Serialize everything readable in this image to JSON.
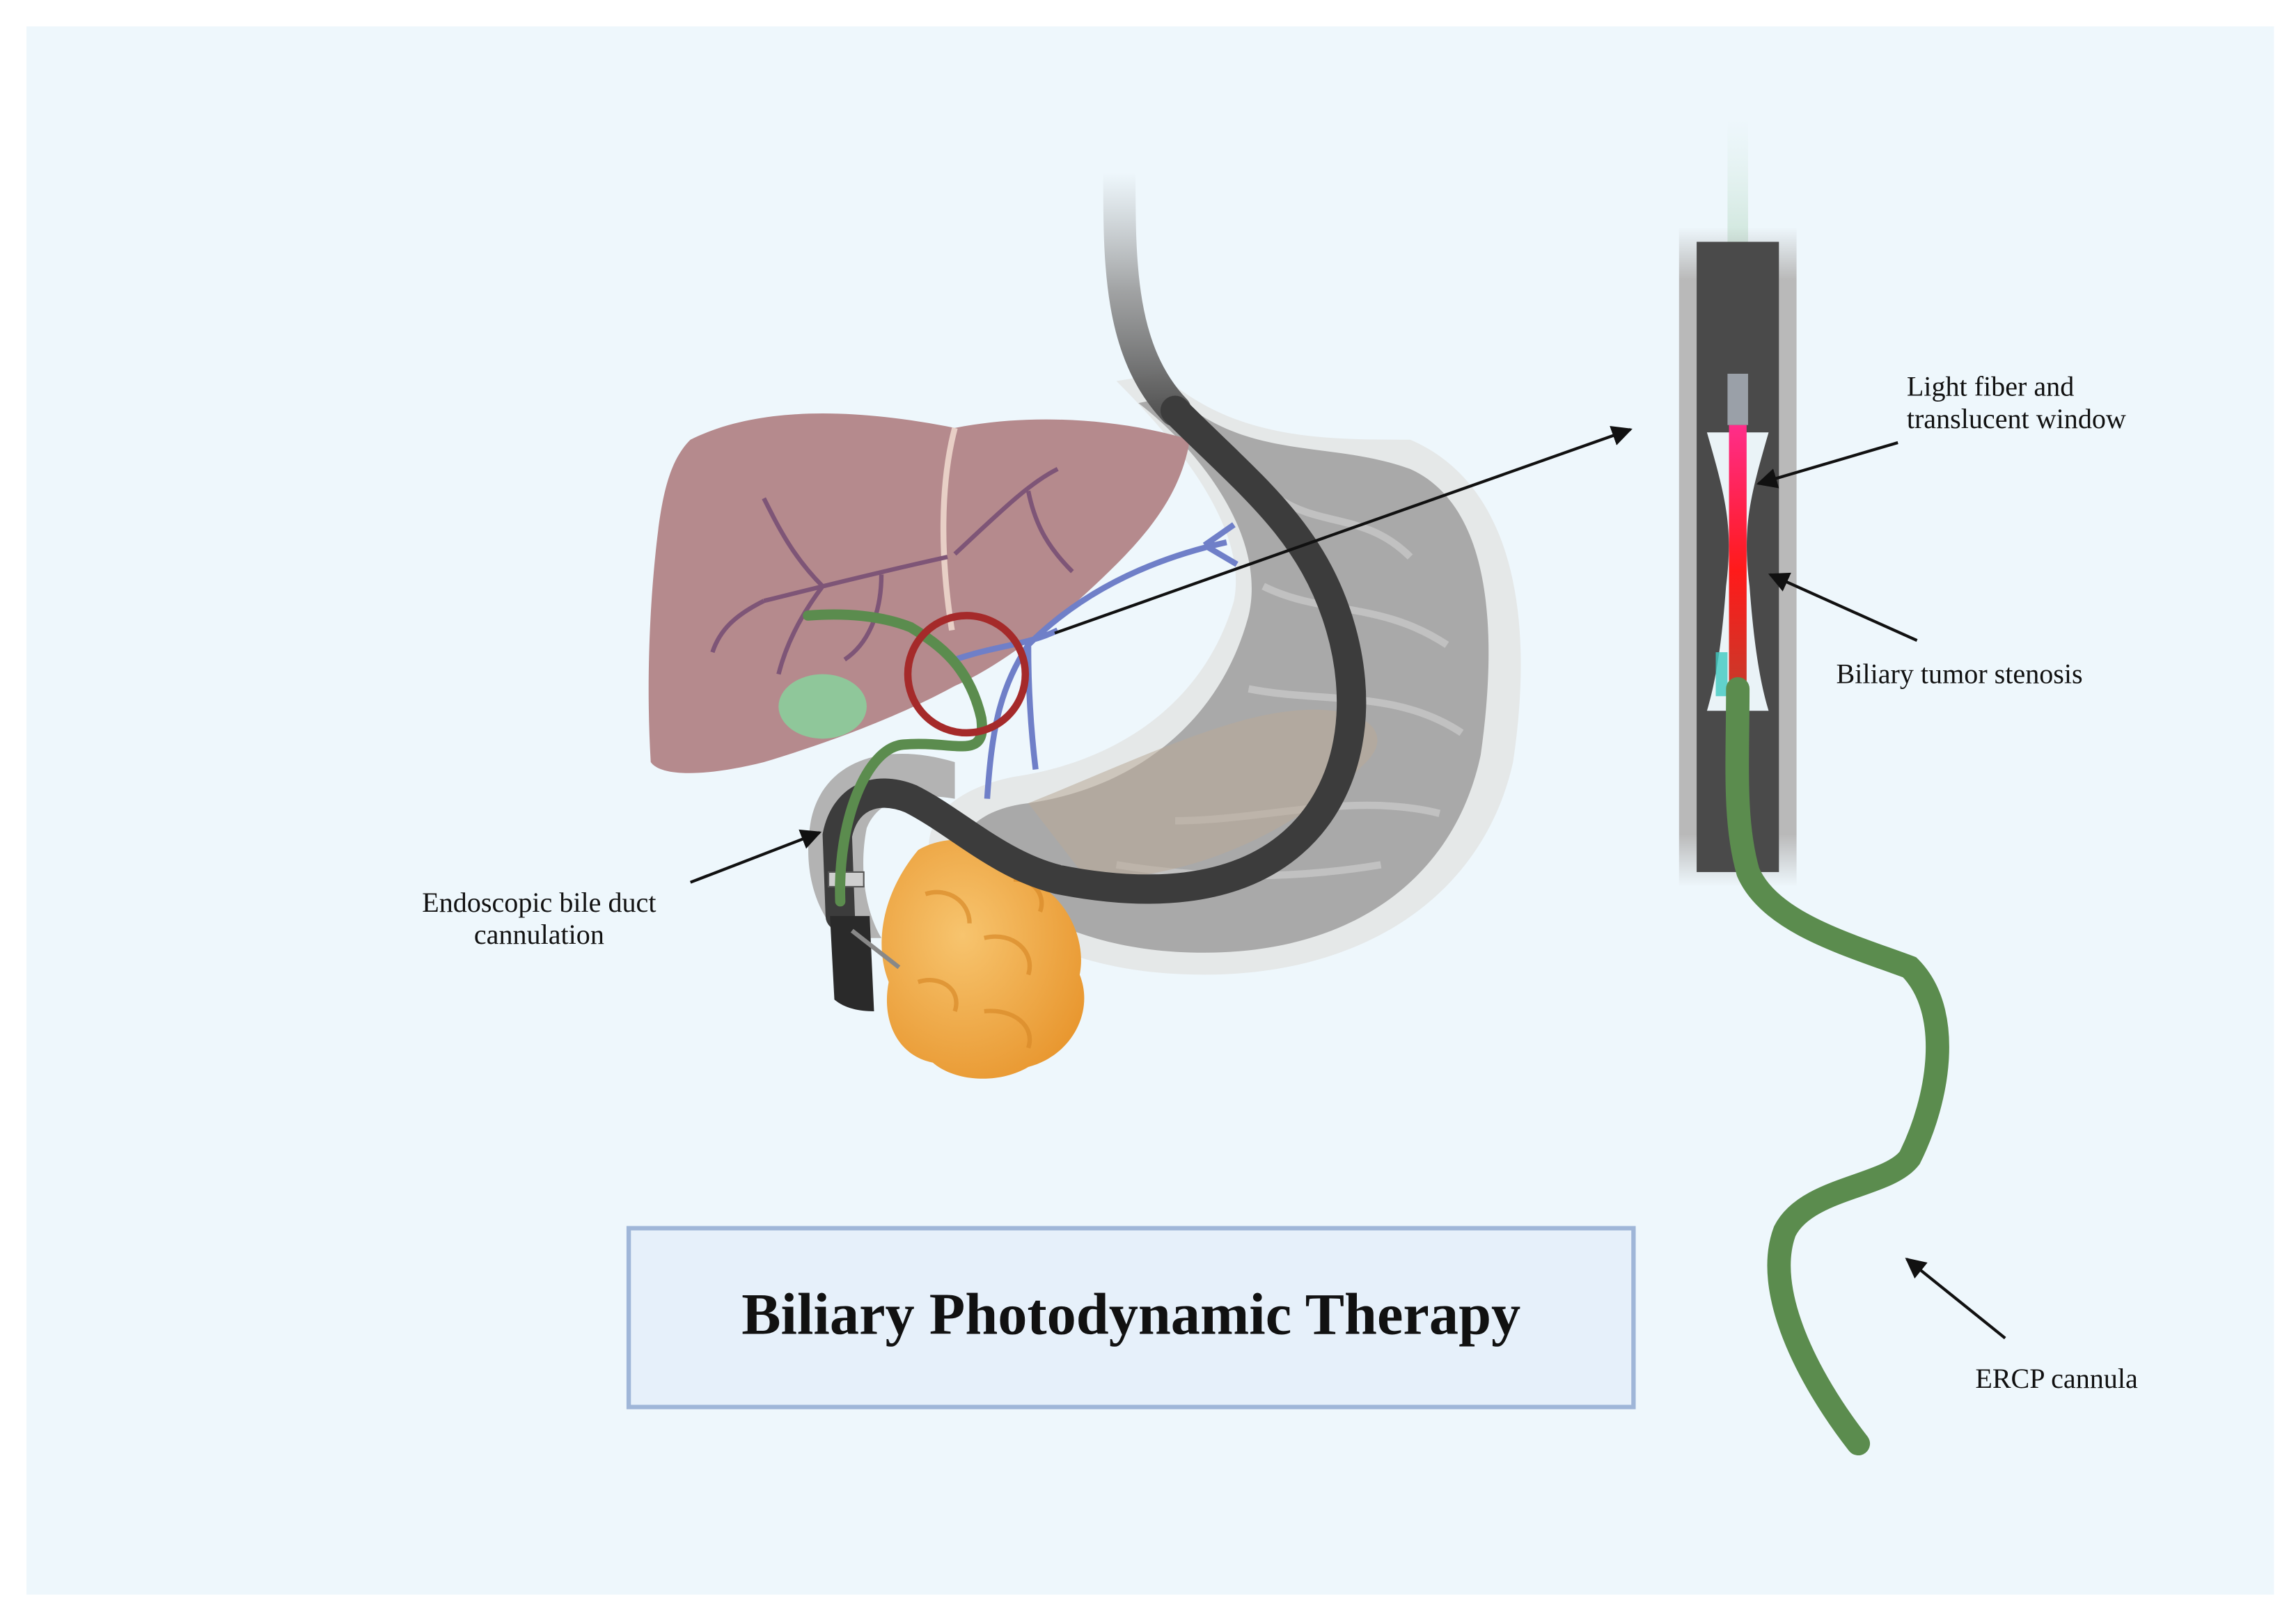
{
  "title": "Biliary Photodynamic Therapy",
  "labels": {
    "cannulation_line1": "Endoscopic bile duct",
    "cannulation_line2": "cannulation",
    "fiber_line1": "Light fiber and",
    "fiber_line2": "translucent window",
    "stenosis": "Biliary tumor stenosis",
    "ercp": "ERCP cannula"
  },
  "colors": {
    "background": "#eef7fc",
    "liver": "#b58a8d",
    "stomach": "#a9a9a9",
    "endoscope": "#3c3c3c",
    "pancreas": "#f0a94a",
    "gallbladder": "#8fc79a",
    "cannula": "#5b8c4e",
    "bile_duct": "#6f7fc8",
    "highlight_circle": "#a52a2a",
    "light_fiber": "#ff1a6b",
    "title_box_fill": "#e6f0fa",
    "title_box_stroke": "#9fb6d8"
  }
}
